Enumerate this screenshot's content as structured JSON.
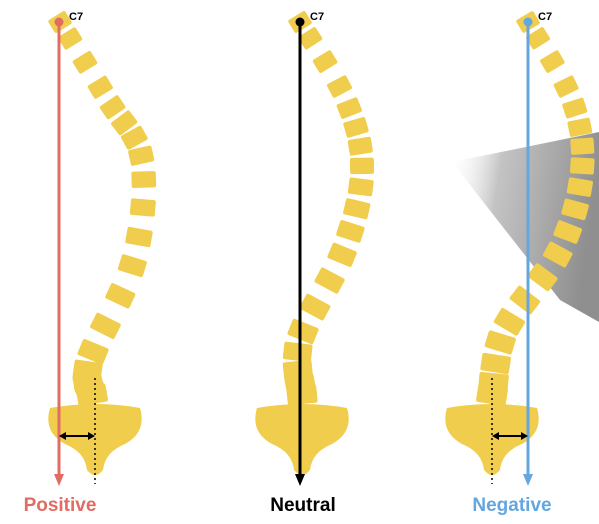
{
  "panels": [
    {
      "id": "positive",
      "vertebra_label": "C7",
      "title": "Positive",
      "plumb_line_color": "#e06c64",
      "curve": "positive"
    },
    {
      "id": "neutral",
      "vertebra_label": "C7",
      "title": "Neutral",
      "plumb_line_color": "#000000",
      "curve": "neutral"
    },
    {
      "id": "negative",
      "vertebra_label": "C7",
      "title": "Negative",
      "plumb_line_color": "#64a6e0",
      "curve": "negative"
    }
  ],
  "colors": {
    "vertebra": "#f0cd4c",
    "sacrum": "#f0cd4c",
    "background": "#ffffff",
    "shadow": "#9a9a9a",
    "offset_arrow": "#000000"
  }
}
